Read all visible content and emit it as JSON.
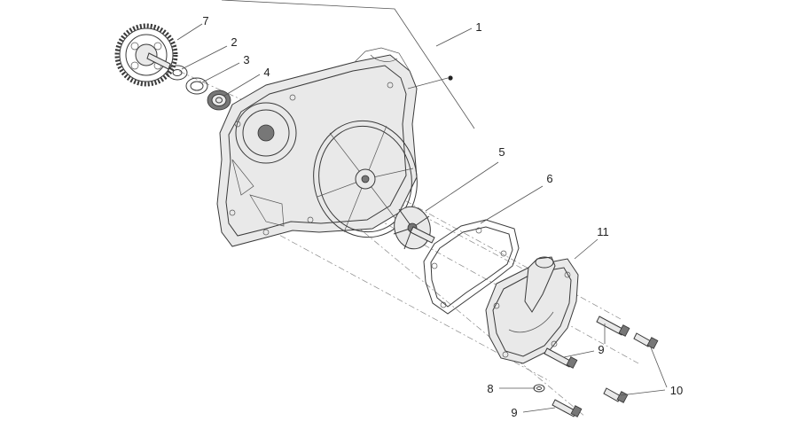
{
  "diagram": {
    "callouts": [
      {
        "id": "c1",
        "text": "1"
      },
      {
        "id": "c2",
        "text": "2"
      },
      {
        "id": "c3",
        "text": "3"
      },
      {
        "id": "c4",
        "text": "4"
      },
      {
        "id": "c5",
        "text": "5"
      },
      {
        "id": "c6",
        "text": "6"
      },
      {
        "id": "c7",
        "text": "7"
      },
      {
        "id": "c8",
        "text": "8"
      },
      {
        "id": "c9a",
        "text": "9"
      },
      {
        "id": "c9b",
        "text": "9"
      },
      {
        "id": "c10",
        "text": "10"
      },
      {
        "id": "c11",
        "text": "11"
      }
    ]
  }
}
